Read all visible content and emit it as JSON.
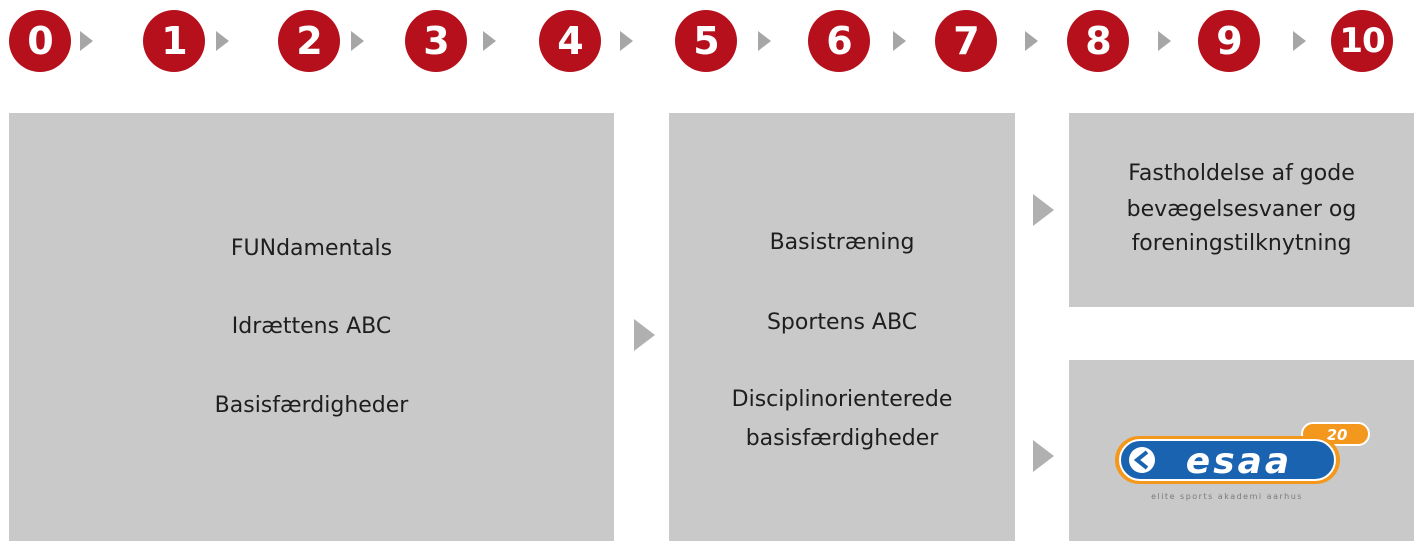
{
  "steps": [
    "0",
    "1",
    "2",
    "3",
    "4",
    "5",
    "6",
    "7",
    "8",
    "9",
    "10"
  ],
  "colors": {
    "step": "#b5101c",
    "box": "#c9c9c9",
    "arrow": "#b0b0b0"
  },
  "box_fundamentals": {
    "line1": "FUNdamentals",
    "line2": "Idrættens ABC",
    "line3": "Basisfærdigheder"
  },
  "box_basis": {
    "line1": "Basistræning",
    "line2": "Sportens ABC",
    "line3a": "Disciplinorienterede",
    "line3b": "basisfærdigheder"
  },
  "box_retention": {
    "line1": "Fastholdelse af gode",
    "line2": "bevægelsesvaner og",
    "line3": "foreningstilknytning"
  },
  "box_esaa": {
    "logo_text": "esaa",
    "logo_badge": "20",
    "logo_tagline": "elite sports akademi aarhus"
  }
}
